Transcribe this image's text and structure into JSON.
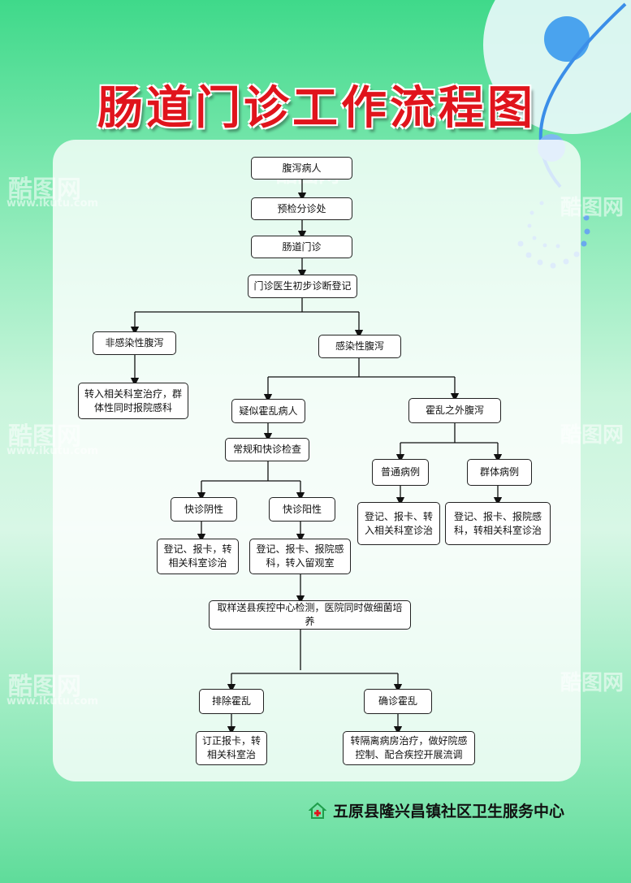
{
  "title": "肠道门诊工作流程图",
  "nodes": {
    "patient": "腹泻病人",
    "pre_triage": "预检分诊处",
    "intestinal_clinic": "肠道门诊",
    "initial_diagnosis": "门诊医生初步诊断登记",
    "non_infectious": "非感染性腹泻",
    "non_infectious_action": "转入相关科室治疗，群体性同时报院感科",
    "infectious": "感染性腹泻",
    "suspected_cholera": "疑似霍乱病人",
    "other_diarrhea": "霍乱之外腹泻",
    "routine_test": "常规和快诊检查",
    "rapid_negative": "快诊阴性",
    "rapid_positive": "快诊阳性",
    "negative_action": "登记、报卡，转相关科室诊治",
    "positive_action": "登记、报卡、报院感科，转入留观室",
    "common_case": "普通病例",
    "group_case": "群体病例",
    "common_action": "登记、报卡、转入相关科室诊治",
    "group_action": "登记、报卡、报院感科，转相关科室诊治",
    "sampling": "取样送县疾控中心检测，医院同时做细菌培养",
    "exclude_cholera": "排除霍乱",
    "confirm_cholera": "确诊霍乱",
    "exclude_action": "订正报卡，转相关科室治",
    "confirm_action": "转隔离病房治疗，做好院感控制、配合疾控开展流调"
  },
  "footer": "五原县隆兴昌镇社区卫生服务中心",
  "watermark": {
    "logo": "酷图网",
    "url": "www.ikutu.com"
  },
  "colors": {
    "title": "#e0141c",
    "green": "#3fd98a",
    "accent_blue": "#3b8ee8"
  },
  "icons": {
    "footer_logo": "health-center-logo-icon"
  }
}
